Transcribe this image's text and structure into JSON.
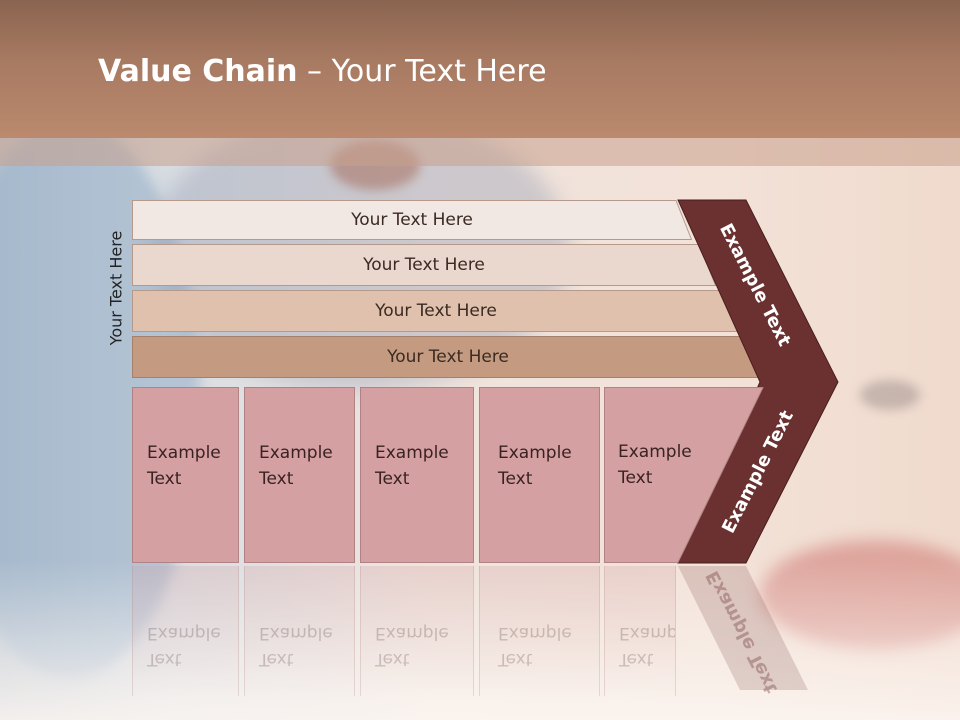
{
  "title": {
    "bold": "Value Chain",
    "rest": " – Your Text Here"
  },
  "side_label": "Your Text Here",
  "bars": [
    {
      "label": "Your Text Here",
      "fill": "#f1e8e4"
    },
    {
      "label": "Your Text Here",
      "fill": "#ead8ce"
    },
    {
      "label": "Your Text Here",
      "fill": "#dfc1ad"
    },
    {
      "label": "Your Text Here",
      "fill": "#c49b80"
    }
  ],
  "boxes": [
    {
      "line1": "Example",
      "line2": "Text"
    },
    {
      "line1": "Example",
      "line2": "Text"
    },
    {
      "line1": "Example",
      "line2": "Text"
    },
    {
      "line1": "Example",
      "line2": "Text"
    },
    {
      "line1": "Example",
      "line2": "Text"
    }
  ],
  "chevron": {
    "upper_text": "Example Text",
    "lower_text": "Example Text",
    "color": "#6b3030"
  },
  "colors": {
    "header": "#a87a62",
    "box": "#d4a0a2"
  }
}
